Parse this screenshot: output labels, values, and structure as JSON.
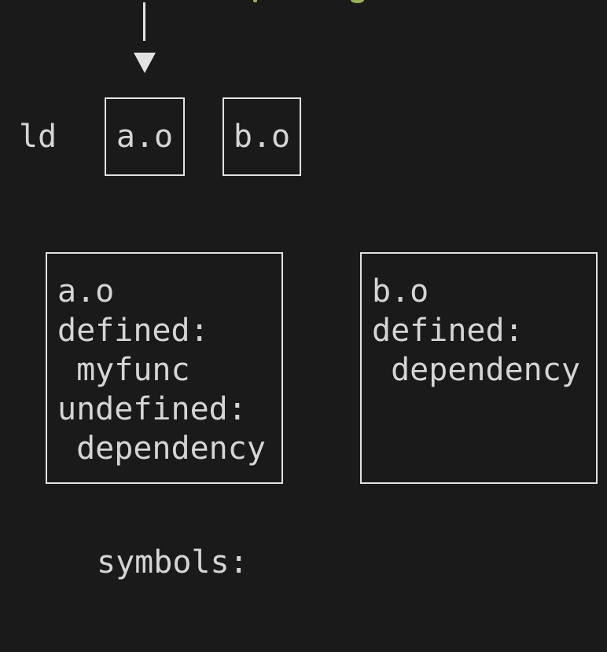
{
  "colors": {
    "background": "#1a1a1a",
    "text": "#d5d5d5",
    "box_border": "#e2e2e2",
    "arrow": "#e2e2e2",
    "clipped_text_green": "#97b257"
  },
  "linker_row": {
    "command_label": "ld",
    "input_boxes": [
      {
        "label": "a.o"
      },
      {
        "label": "b.o"
      }
    ]
  },
  "symbol_tables": [
    {
      "name": "a.o",
      "lines": [
        "a.o",
        "defined:",
        " myfunc",
        "undefined:",
        " dependency"
      ]
    },
    {
      "name": "b.o",
      "lines": [
        "b.o",
        "defined:",
        " dependency"
      ]
    }
  ],
  "footer": {
    "label": "symbols:"
  }
}
